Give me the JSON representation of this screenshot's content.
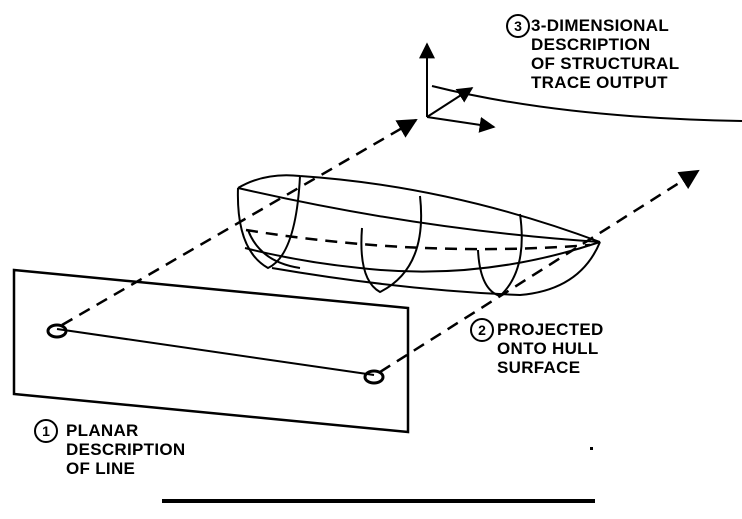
{
  "labels": {
    "step1": {
      "number": "1",
      "lines": [
        "PLANAR",
        "DESCRIPTION",
        "OF LINE"
      ]
    },
    "step2": {
      "number": "2",
      "lines": [
        "PROJECTED",
        "ONTO HULL",
        "SURFACE"
      ]
    },
    "step3": {
      "number": "3",
      "lines": [
        "3-DIMENSIONAL",
        "DESCRIPTION",
        "OF STRUCTURAL",
        "TRACE OUTPUT"
      ]
    }
  },
  "colors": {
    "ink": "#000000",
    "background": "#ffffff"
  }
}
